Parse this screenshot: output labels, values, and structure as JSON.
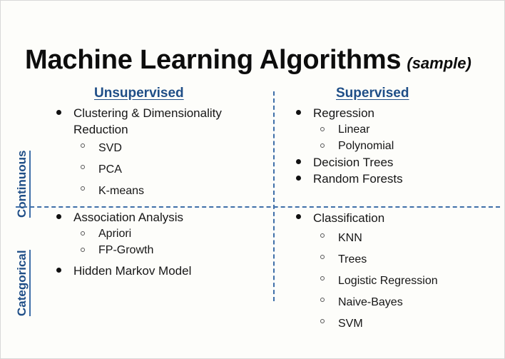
{
  "slide": {
    "title_main": "Machine Learning Algorithms",
    "title_sample": "(sample)",
    "accent_blue": "#1f4e87",
    "divider_blue": "#3f6fa8",
    "background": "#fdfdfa",
    "text_color": "#161616"
  },
  "columns": {
    "unsupervised": "Unsupervised",
    "supervised": "Supervised"
  },
  "rows": {
    "continuous": "Continuous",
    "categorical": "Categorical"
  },
  "quadrants": {
    "continuous_unsupervised": {
      "items": [
        {
          "label": "Clustering & Dimensionality Reduction",
          "children": [
            "SVD",
            "PCA",
            "K-means"
          ]
        }
      ]
    },
    "continuous_supervised": {
      "items": [
        {
          "label": "Regression",
          "children": [
            "Linear",
            "Polynomial"
          ]
        },
        {
          "label": "Decision Trees",
          "children": []
        },
        {
          "label": "Random Forests",
          "children": []
        }
      ]
    },
    "categorical_unsupervised": {
      "items": [
        {
          "label": "Association Analysis",
          "children": [
            "Apriori",
            "FP-Growth"
          ]
        },
        {
          "label": "Hidden Markov Model",
          "children": []
        }
      ]
    },
    "categorical_supervised": {
      "items": [
        {
          "label": "Classification",
          "children": [
            "KNN",
            "Trees",
            "Logistic Regression",
            "Naive-Bayes",
            "SVM"
          ]
        }
      ]
    }
  }
}
